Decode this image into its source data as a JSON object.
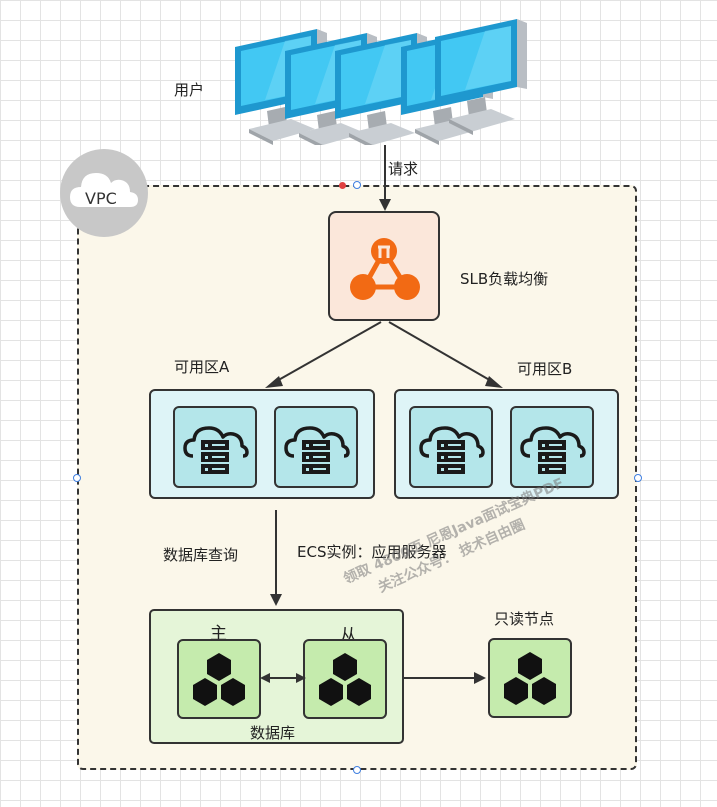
{
  "labels": {
    "user": "用户",
    "request": "请求",
    "vpc": "VPC",
    "slb": "SLB负载均衡",
    "zone_a": "可用区A",
    "zone_b": "可用区B",
    "db_query": "数据库查询",
    "ecs": "ECS实例：应用服务器",
    "master": "主",
    "slave": "从",
    "database": "数据库",
    "readonly": "只读节点"
  },
  "watermark": {
    "line1": "领取 4800页 尼恩Java面试宝典PDF",
    "line2": "关注公众号： 技术自由圈"
  },
  "colors": {
    "vpc_fill": "#fbf7ea",
    "slb_fill": "#fbe7da",
    "slb_icon": "#f26a14",
    "zone_fill": "#def4f7",
    "server_fill": "#b4e6ea",
    "db_group_fill": "#e5f5d8",
    "db_node_fill": "#c5ebad",
    "monitor_blue": "#3fbfee"
  },
  "icons": [
    "monitor-icon",
    "cloud-icon",
    "load-balancer-icon",
    "cloud-server-icon",
    "hexagon-cluster-icon"
  ]
}
